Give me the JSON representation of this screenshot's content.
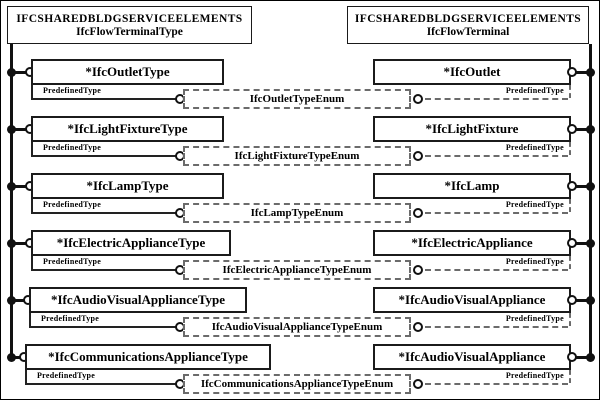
{
  "diagram": {
    "left_header": {
      "schema": "IFCSHAREDBLDGSERVICEELEMENTS",
      "name": "IfcFlowTerminalType"
    },
    "right_header": {
      "schema": "IFCSHAREDBLDGSERVICEELEMENTS",
      "name": "IfcFlowTerminal"
    },
    "attribute_label": "PredefinedType",
    "rows": [
      {
        "type_entity": "*IfcOutletType",
        "enum": "IfcOutletTypeEnum",
        "entity": "*IfcOutlet"
      },
      {
        "type_entity": "*IfcLightFixtureType",
        "enum": "IfcLightFixtureTypeEnum",
        "entity": "*IfcLightFixture"
      },
      {
        "type_entity": "*IfcLampType",
        "enum": "IfcLampTypeEnum",
        "entity": "*IfcLamp"
      },
      {
        "type_entity": "*IfcElectricApplianceType",
        "enum": "IfcElectricApplianceTypeEnum",
        "entity": "*IfcElectricAppliance"
      },
      {
        "type_entity": "*IfcAudioVisualApplianceType",
        "enum": "IfcAudioVisualApplianceTypeEnum",
        "entity": "*IfcAudioVisualAppliance"
      },
      {
        "type_entity": "*IfcCommunicationsApplianceType",
        "enum": "IfcCommunicationsApplianceTypeEnum",
        "entity": "*IfcAudioVisualAppliance"
      }
    ],
    "colors": {
      "line": "#111111",
      "dashed": "#6b6b6b",
      "background": "#ffffff"
    }
  }
}
